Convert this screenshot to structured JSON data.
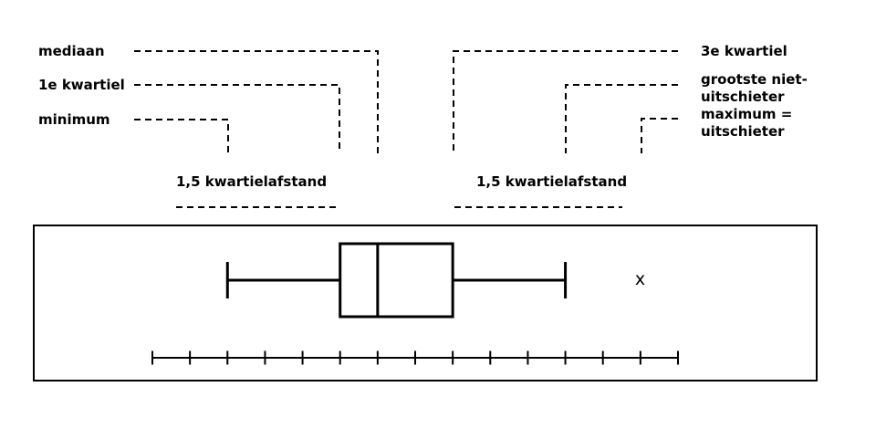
{
  "diagram": {
    "annotations_left": [
      {
        "id": "mediaan",
        "label": "mediaan"
      },
      {
        "id": "eerste-kwartiel",
        "label": "1e kwartiel"
      },
      {
        "id": "minimum",
        "label": "minimum"
      }
    ],
    "annotations_right": [
      {
        "id": "derde-kwartiel",
        "label": "3e kwartiel"
      },
      {
        "id": "grootste-niet-uitschieter",
        "label": "grootste niet-\nuitschieter"
      },
      {
        "id": "maximum-uitschieter",
        "label": "maximum =\nuitschieter"
      }
    ],
    "iqr_left_label": "1,5 kwartielafstand",
    "iqr_right_label": "1,5 kwartielafstand",
    "outlier_marker": "x"
  },
  "chart_data": {
    "type": "boxplot",
    "orientation": "horizontal",
    "title": "",
    "axis": {
      "tick_count": 15,
      "tick_labels_shown": false
    },
    "positions_axis_units": {
      "minimum_whisker": 2,
      "first_quartile": 5,
      "median": 6,
      "third_quartile": 8,
      "largest_non_outlier_whisker": 11,
      "outlier": 13
    },
    "colors": {
      "line": "#000000",
      "text": "#000000",
      "background": "#ffffff"
    }
  }
}
